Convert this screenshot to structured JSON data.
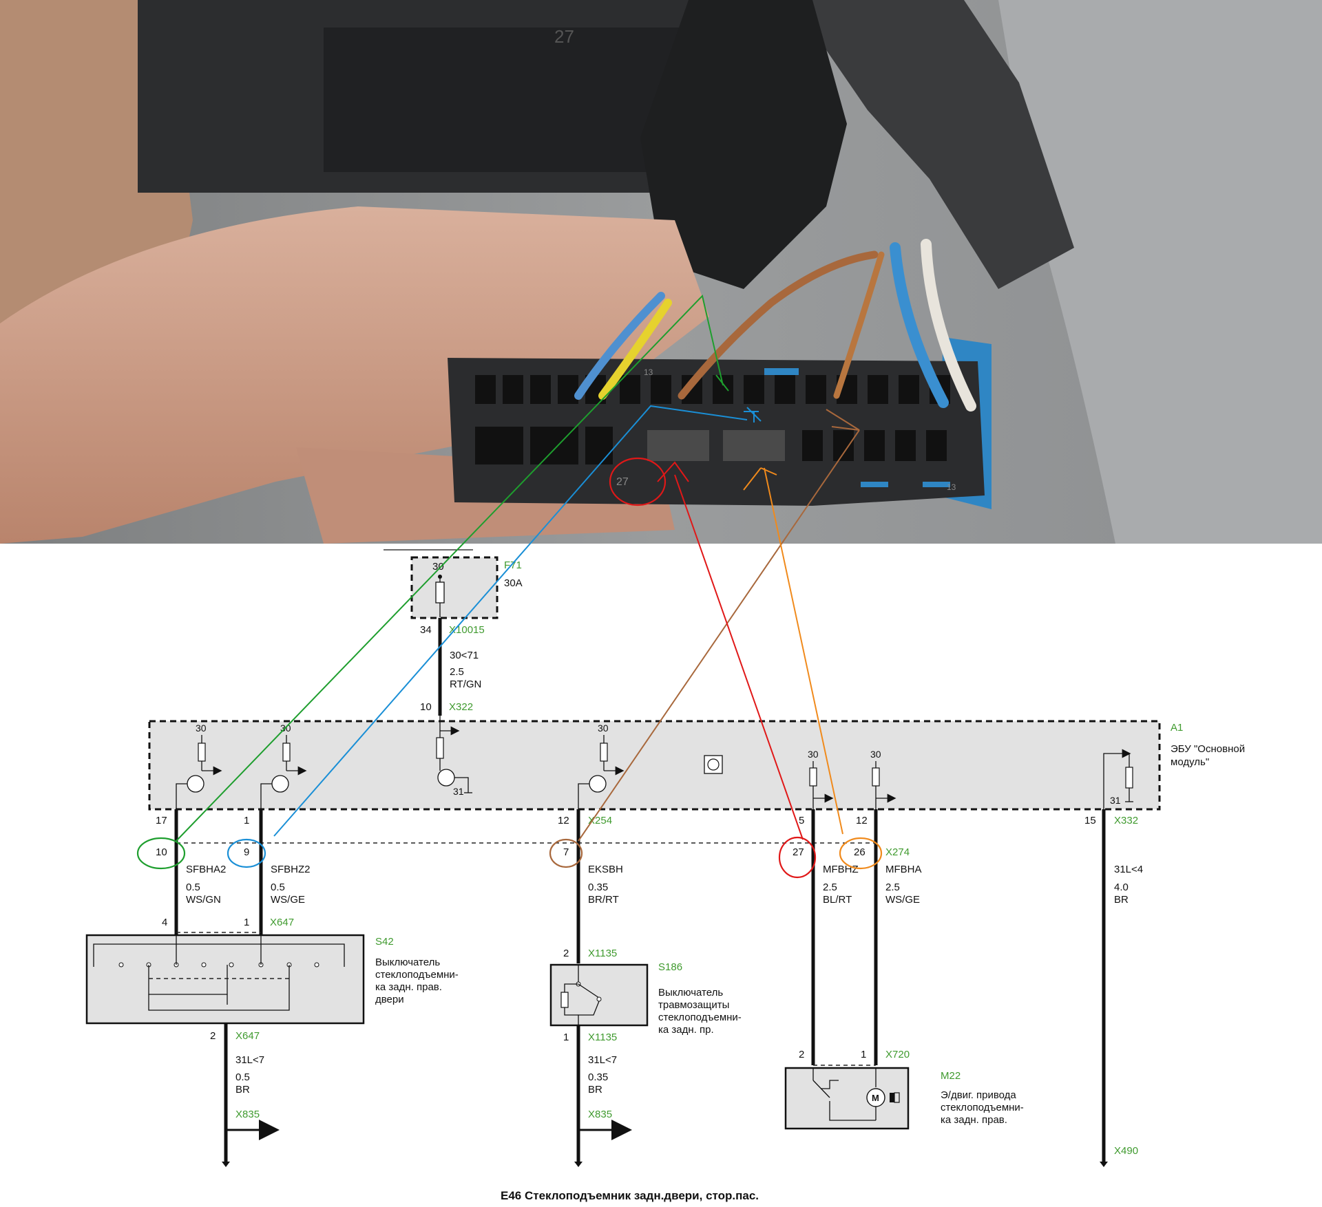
{
  "title": "E46 Стеклоподъемник задн.двери, стор.пас.",
  "photo": {
    "connector_labels": [
      "27",
      "13",
      "27",
      "13"
    ],
    "colors": {
      "connector_body": "#2b2c2e",
      "blue_housing": "#2f86c4",
      "skin": "#c79a84",
      "background": "#8a8c8e"
    }
  },
  "fuse": {
    "ref": "F71",
    "rating": "30A",
    "terminal": "30",
    "pin_out": "34",
    "connector": "X10015",
    "wire_code": "30<71",
    "wire_size": "2.5",
    "wire_color": "RT/GN",
    "pin_in": "10",
    "connector_in": "X322"
  },
  "ecu": {
    "ref": "A1",
    "name_line1": "ЭБУ \"Основной",
    "name_line2": "модуль\"",
    "internal": [
      "30",
      "30",
      "31",
      "30",
      "30",
      "30",
      "31"
    ]
  },
  "wires": [
    {
      "ecu_pin": "17",
      "conn_pin": "10",
      "signal": "SFBHA2",
      "size": "0.5",
      "color": "WS/GN"
    },
    {
      "ecu_pin": "1",
      "conn_pin": "9",
      "signal": "SFBHZ2",
      "size": "0.5",
      "color": "WS/GE"
    },
    {
      "ecu_pin": "12",
      "conn_pin": "7",
      "connector": "X254",
      "signal": "EKSBH",
      "size": "0.35",
      "color": "BR/RT"
    },
    {
      "ecu_pin": "5",
      "conn_pin": "27",
      "signal": "MFBHZ",
      "size": "2.5",
      "color": "BL/RT"
    },
    {
      "ecu_pin": "12",
      "conn_pin": "26",
      "connector": "X274",
      "signal": "MFBHA",
      "size": "2.5",
      "color": "WS/GE"
    },
    {
      "ecu_pin": "15",
      "connector": "X332",
      "signal": "31L<4",
      "size": "4.0",
      "color": "BR"
    }
  ],
  "s42": {
    "ref": "S42",
    "connector": "X647",
    "pin_a": "4",
    "pin_b": "1",
    "desc": [
      "Выключатель",
      "стеклоподъемни-",
      "ка задн. прав.",
      "двери"
    ],
    "out_pin": "2",
    "out_connector": "X647",
    "out_code": "31L<7",
    "out_size": "0.5",
    "out_color": "BR",
    "ground": "X835"
  },
  "s186": {
    "ref": "S186",
    "in_pin": "2",
    "in_connector": "X1135",
    "desc": [
      "Выключатель",
      "травмозащиты",
      "стеклоподъемни-",
      "ка задн. пр."
    ],
    "out_pin": "1",
    "out_connector": "X1135",
    "out_code": "31L<7",
    "out_size": "0.35",
    "out_color": "BR",
    "ground": "X835"
  },
  "m22": {
    "ref": "M22",
    "connector": "X720",
    "pin_a": "2",
    "pin_b": "1",
    "motor_label": "M",
    "desc": [
      "Э/двиг. привода",
      "стеклоподъемни-",
      "ка задн. прав."
    ]
  },
  "ground_end": "X490",
  "annotation_colors": {
    "green": "#1e9e2e",
    "blue": "#1a8fd6",
    "brown": "#a8683c",
    "red": "#e01818",
    "orange": "#f08a1c"
  }
}
